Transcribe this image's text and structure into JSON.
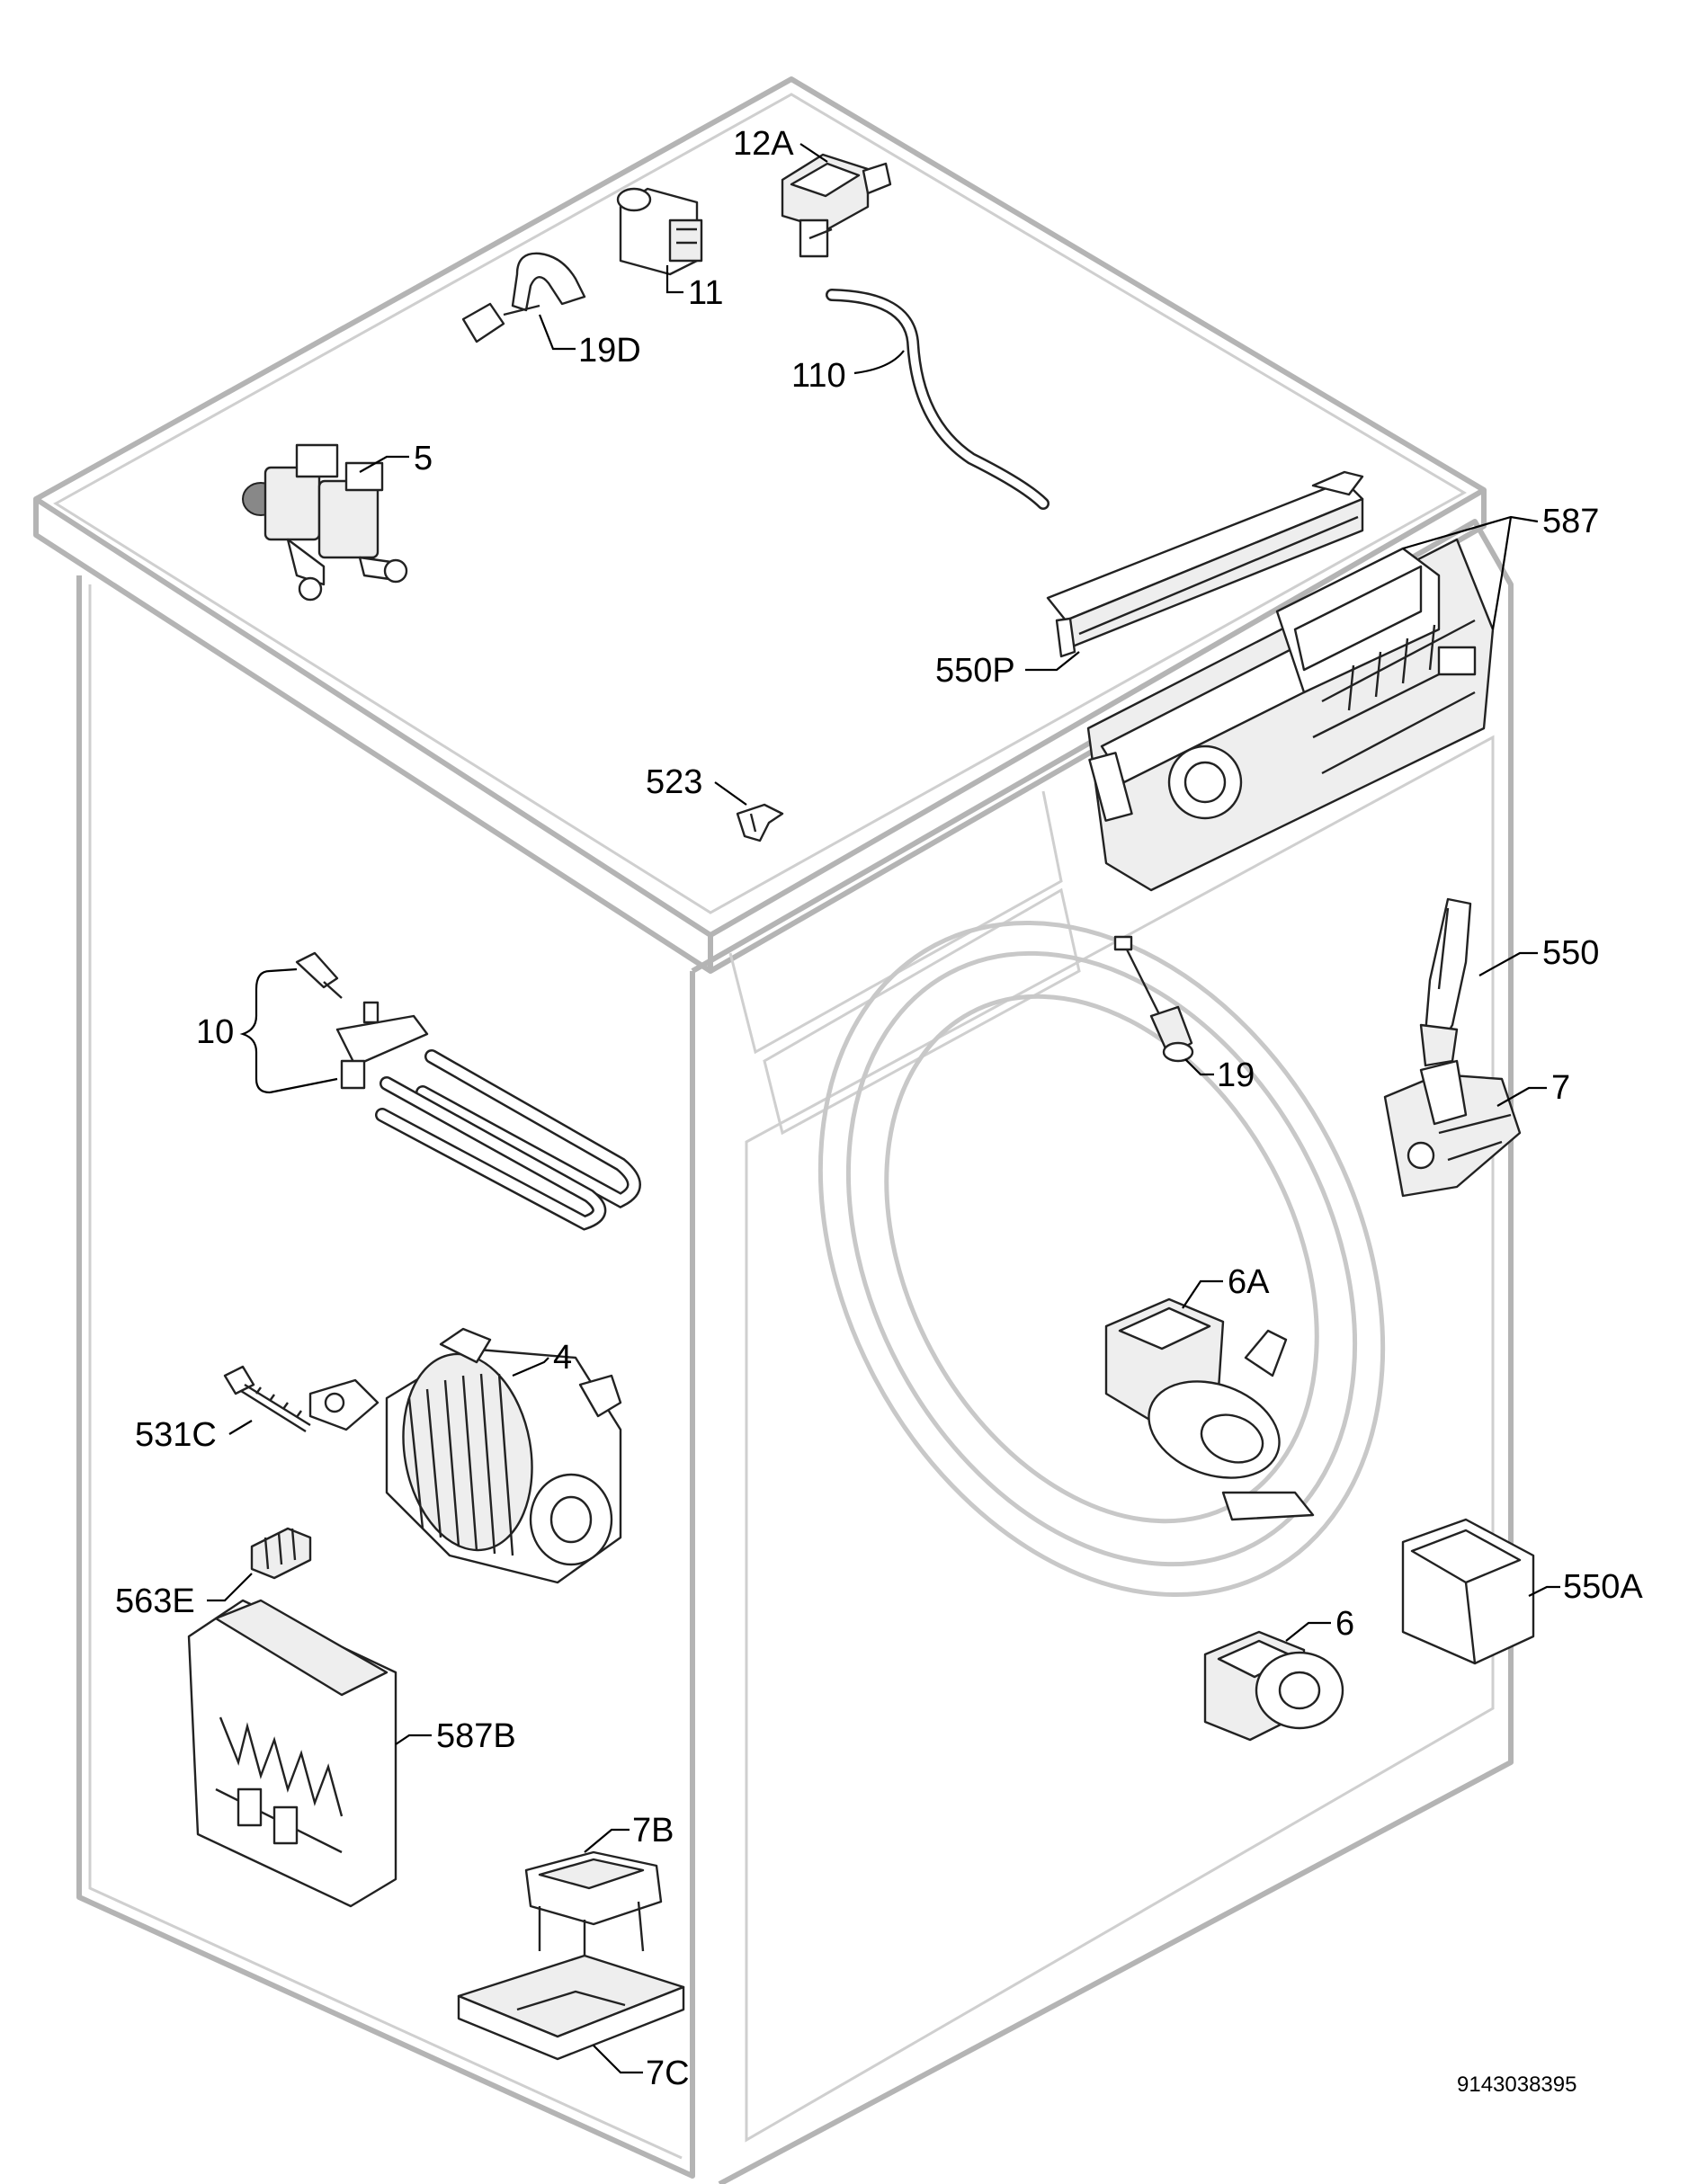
{
  "diagram": {
    "drawing_code": "9143038395",
    "callouts": [
      {
        "id": "12A"
      },
      {
        "id": "11"
      },
      {
        "id": "19D"
      },
      {
        "id": "110"
      },
      {
        "id": "5"
      },
      {
        "id": "587"
      },
      {
        "id": "550P"
      },
      {
        "id": "523"
      },
      {
        "id": "10"
      },
      {
        "id": "550"
      },
      {
        "id": "19"
      },
      {
        "id": "7"
      },
      {
        "id": "6A"
      },
      {
        "id": "4"
      },
      {
        "id": "531C"
      },
      {
        "id": "563E"
      },
      {
        "id": "550A"
      },
      {
        "id": "6"
      },
      {
        "id": "587B"
      },
      {
        "id": "7B"
      },
      {
        "id": "7C"
      }
    ]
  },
  "colors": {
    "cabinet_outline": "#b4b4b4",
    "part_outline": "#222222",
    "label_text": "#000000",
    "background": "#ffffff"
  }
}
